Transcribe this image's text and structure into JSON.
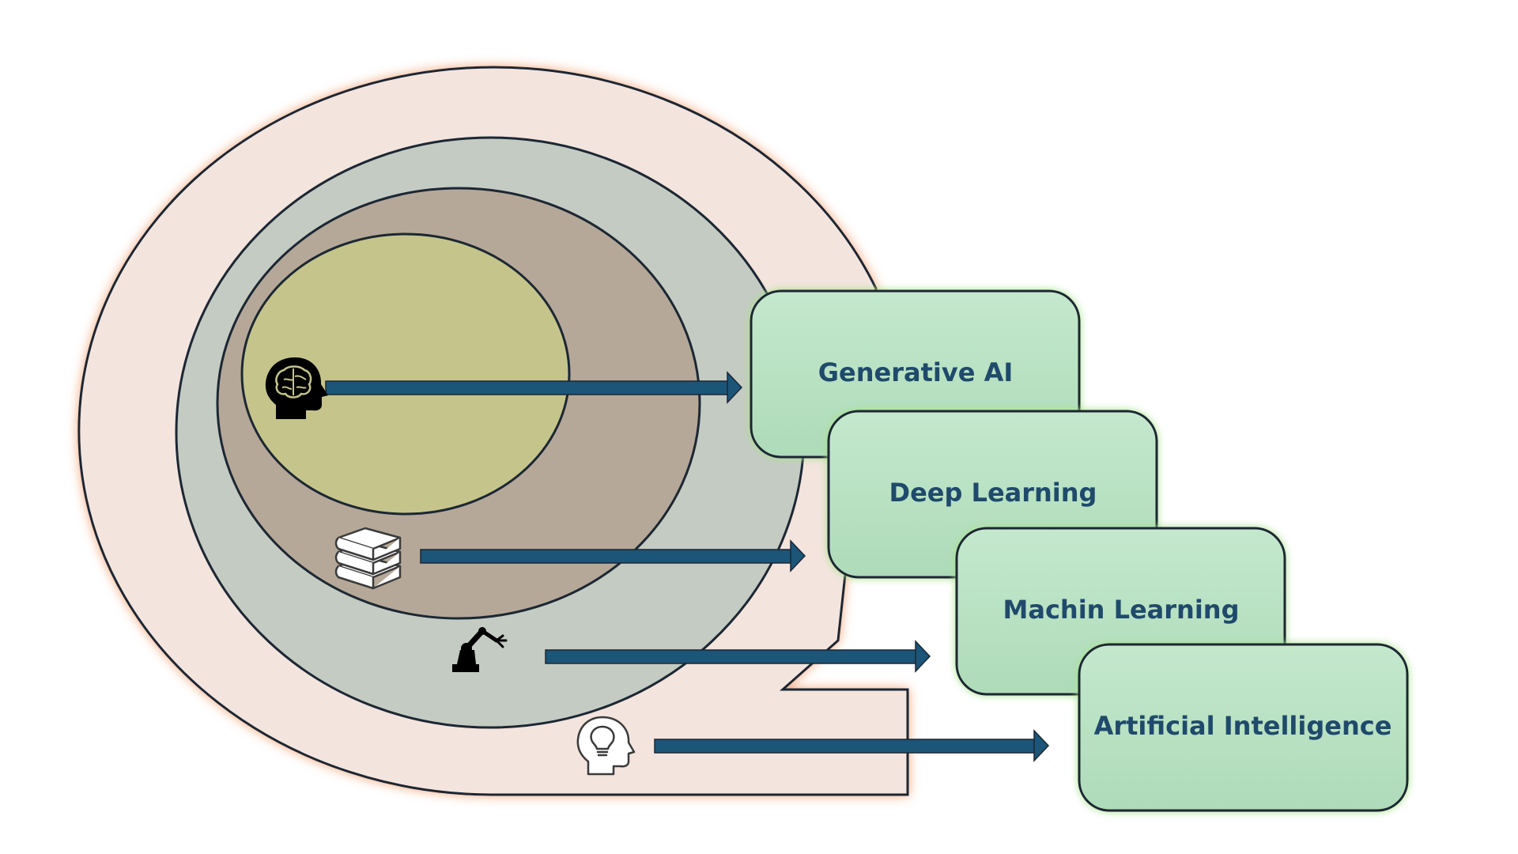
{
  "diagram": {
    "colors": {
      "outer_region": "#f3e4de",
      "outer_glow": "#f4a77c",
      "ring_grey": "#c4cbc3",
      "ring_taupe": "#b5a898",
      "core_olive": "#c5c58b",
      "box_fill": "#b5e0c0",
      "box_glow": "#a6e28a",
      "arrow": "#1b5578",
      "outline": "#1c2733"
    },
    "boxes": [
      {
        "id": "generative-ai",
        "label": "Generative AI"
      },
      {
        "id": "deep-learning",
        "label": "Deep Learning"
      },
      {
        "id": "machine-learning",
        "label": "Machin Learning"
      },
      {
        "id": "artificial-intelligence",
        "label": "Artificial Intelligence"
      }
    ],
    "icons": [
      {
        "id": "brain-head",
        "name": "brain-head-icon"
      },
      {
        "id": "books",
        "name": "books-stack-icon"
      },
      {
        "id": "robot-arm",
        "name": "robot-arm-icon"
      },
      {
        "id": "lightbulb-head",
        "name": "lightbulb-head-icon"
      }
    ]
  }
}
